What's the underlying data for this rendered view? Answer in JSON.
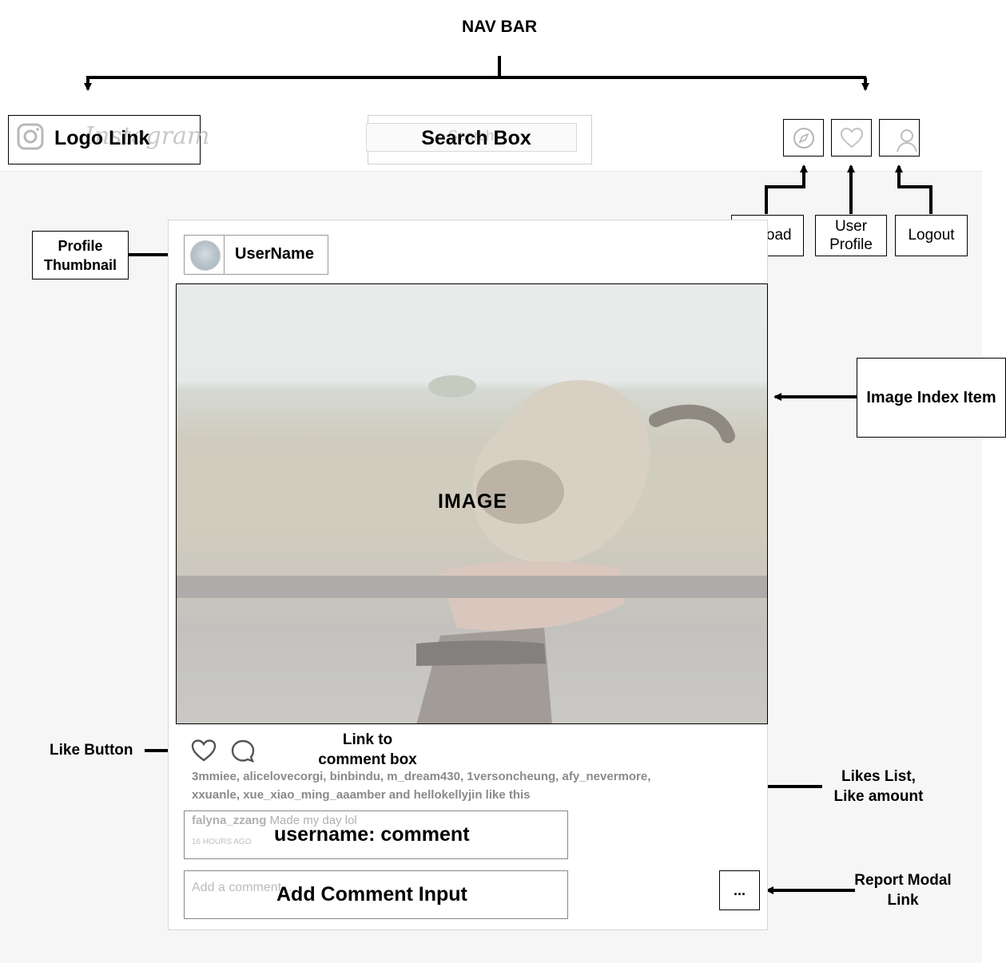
{
  "nav_bar_title": "NAV BAR",
  "logo_link_label": "Logo Link",
  "logo_faded_text": "Instagram",
  "search_box_label": "Search Box",
  "search_faded_text": "Search",
  "upload_label": "Upload",
  "user_profile_label": "User Profile",
  "logout_label": "Logout",
  "profile_thumbnail_label": "Profile Thumbnail",
  "username_label": "UserName",
  "image_label": "IMAGE",
  "image_index_item_label": "Image Index Item",
  "like_button_label": "Like Button",
  "comment_link_label": "Link to comment box",
  "likes_text_line1": "3mmiee, alicelovecorgi, binbindu, m_dream430, 1versoncheung, afy_nevermore,",
  "likes_text_line2": "xxuanle, xue_xiao_ming_aaamber and hellokellyjin like this",
  "likes_list_label": "Likes List, Like amount",
  "comment_faded_user": "falyna_zzang",
  "comment_faded_text": "Made my day lol",
  "comment_faded_time": "16 HOURS AGO",
  "comment_box_label": "username: comment",
  "add_comment_placeholder": "Add a comment...",
  "add_comment_label": "Add Comment Input",
  "report_button_label": "...",
  "report_modal_label": "Report Modal Link",
  "icons": [
    "instagram-logo-icon",
    "compass-icon",
    "heart-icon",
    "person-icon",
    "comment-icon"
  ]
}
